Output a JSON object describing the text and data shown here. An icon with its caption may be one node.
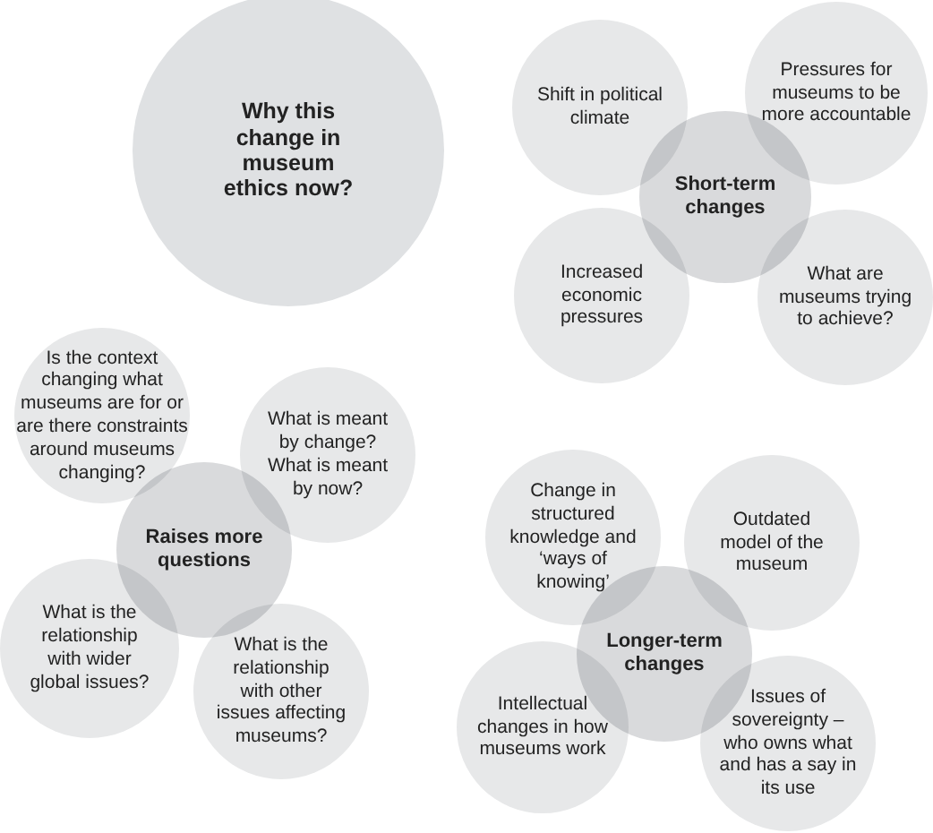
{
  "diagram": {
    "nodes": [
      {
        "text": [
          "Why this change in museum ethics now?"
        ]
      },
      {
        "text": [
          "Shift in political climate"
        ]
      },
      {
        "text": [
          "Pressures for museums to be more accountable"
        ]
      },
      {
        "text": [
          "Short-term changes"
        ]
      },
      {
        "text": [
          "Increased economic pressures"
        ]
      },
      {
        "text": [
          "What are museums trying to achieve?"
        ]
      },
      {
        "text": [
          "Is the context changing what museums are for or are there constraints around museums changing?"
        ]
      },
      {
        "text": [
          "What is meant by change? What is meant by now?"
        ]
      },
      {
        "text": [
          "Raises more questions"
        ]
      },
      {
        "text": [
          "What is the relationship with wider global issues?"
        ]
      },
      {
        "text": [
          "What is the relationship with other issues affecting museums?"
        ]
      },
      {
        "text": [
          "Change in structured knowledge and ‘ways of knowing’"
        ]
      },
      {
        "text": [
          "Outdated model of the museum"
        ]
      },
      {
        "text": [
          "Longer-term changes"
        ]
      },
      {
        "text": [
          "Intellectual changes in how museums work"
        ]
      },
      {
        "text": [
          "Issues of sovereignty – who owns what and has a say in its use"
        ]
      }
    ]
  }
}
